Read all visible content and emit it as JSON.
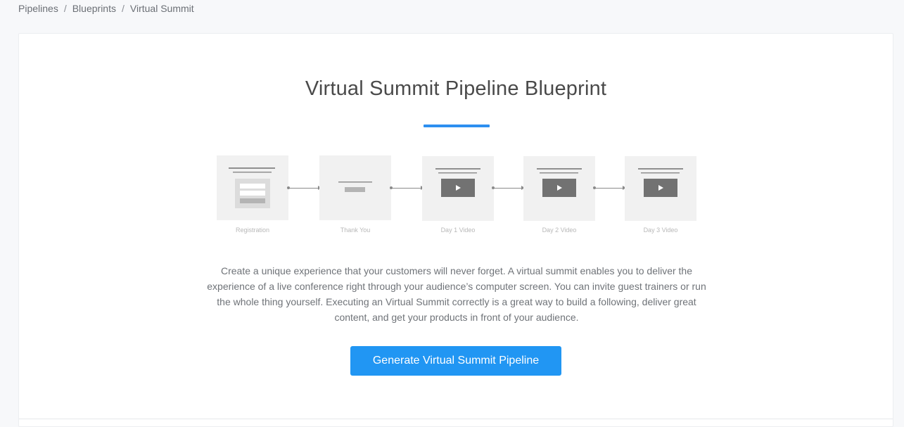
{
  "breadcrumb": {
    "items": [
      "Pipelines",
      "Blueprints"
    ],
    "current": "Virtual Summit",
    "separator": "/"
  },
  "page": {
    "title": "Virtual Summit Pipeline Blueprint",
    "accent_color": "#2d8ff0"
  },
  "diagram": {
    "steps": [
      {
        "label": "Registration",
        "icon": "registration-page-icon"
      },
      {
        "label": "Thank You",
        "icon": "thank-you-page-icon"
      },
      {
        "label": "Day 1 Video",
        "icon": "video-page-icon"
      },
      {
        "label": "Day 2 Video",
        "icon": "video-page-icon"
      },
      {
        "label": "Day 3 Video",
        "icon": "video-page-icon"
      }
    ]
  },
  "description": "Create a unique experience that your customers will never forget. A virtual summit enables you to deliver the experience of a live conference right through your audience’s computer screen. You can invite guest trainers or run the whole thing yourself. Executing an Virtual Summit correctly is a great way to build a following, deliver great content, and get your products in front of your audience.",
  "cta": {
    "label": "Generate Virtual Summit Pipeline",
    "color": "#2196f3"
  }
}
